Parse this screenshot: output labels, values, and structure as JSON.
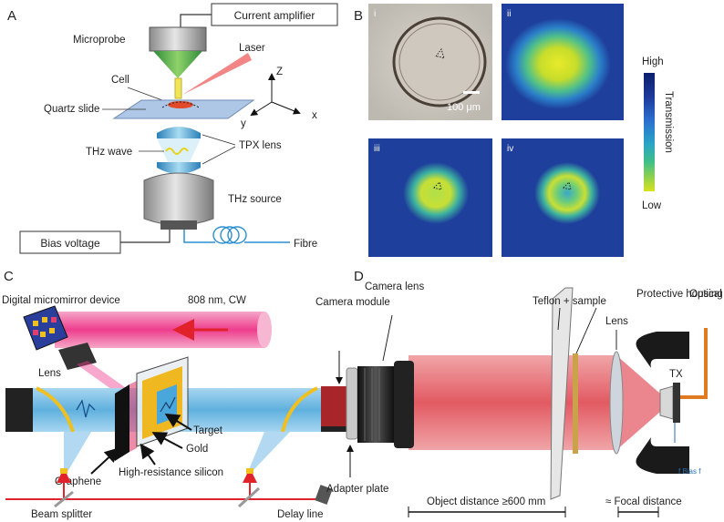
{
  "panels": {
    "A": {
      "letter": "A",
      "labels": {
        "current_amplifier": "Current amplifier",
        "microprobe": "Microprobe",
        "laser": "Laser",
        "cell": "Cell",
        "quartz_slide": "Quartz slide",
        "z": "Z",
        "y": "y",
        "x": "x",
        "thz_wave": "THz wave",
        "tpx_lens": "TPX lens",
        "thz_source": "THz source",
        "bias_voltage": "Bias voltage",
        "fibre": "Fibre"
      }
    },
    "B": {
      "letter": "B",
      "sub_labels": [
        "i",
        "ii",
        "iii",
        "iv"
      ],
      "scale_bar": "100 μm",
      "colorbar": {
        "high": "High",
        "low": "Low",
        "title": "Transmission",
        "colors": [
          "#d8e21f",
          "#8fd14f",
          "#3fbf8a",
          "#2aa5c5",
          "#2b6fd0",
          "#1e3a9a",
          "#0b1f6e"
        ]
      }
    },
    "C": {
      "letter": "C",
      "labels": {
        "dmd": "Digital micromirror device",
        "laser_spec": "808 nm, CW",
        "lens": "Lens",
        "target": "Target",
        "gold": "Gold",
        "hr_silicon": "High-resistance silicon",
        "graphene": "Graphene",
        "beam_splitter": "Beam splitter",
        "delay_line": "Delay line"
      }
    },
    "D": {
      "letter": "D",
      "labels": {
        "teflon": "Teflon + sample",
        "camera_lens": "Camera lens",
        "camera_module": "Camera module",
        "lens": "Lens",
        "protective_housing": "Protective housing",
        "optical_fiber": "Optical fiber",
        "tx": "TX",
        "bias": "f Bias f",
        "adapter_plate": "Adapter plate",
        "object_distance": "Object distance ≥600 mm",
        "focal_distance": "≈ Focal distance"
      }
    }
  }
}
